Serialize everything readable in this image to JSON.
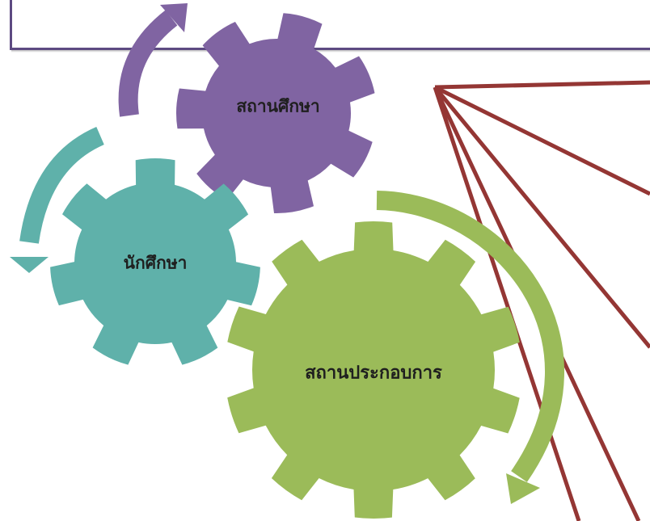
{
  "colors": {
    "institution": "#8064a2",
    "student": "#5fb1aa",
    "enterprise": "#9bbb59",
    "lines": "#943634",
    "frame": "#5d4a82"
  },
  "gears": {
    "institution": {
      "label": "สถานศึกษา",
      "icon": "gear-icon"
    },
    "student": {
      "label": "นักศึกษา",
      "icon": "gear-icon"
    },
    "enterprise": {
      "label": "สถานประกอบการ",
      "icon": "gear-icon"
    }
  },
  "arrows": [
    {
      "name": "purple-cycle-arrow",
      "icon": "curved-arrow-icon"
    },
    {
      "name": "teal-cycle-arrow",
      "icon": "curved-arrow-icon"
    },
    {
      "name": "green-cycle-arrow",
      "icon": "curved-arrow-icon"
    }
  ]
}
